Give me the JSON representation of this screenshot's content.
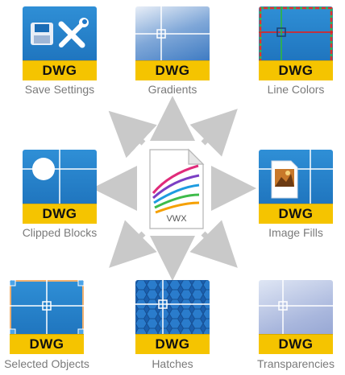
{
  "center": {
    "label": "VWX"
  },
  "tiles": [
    {
      "badge": "DWG",
      "caption": "Save Settings"
    },
    {
      "badge": "DWG",
      "caption": "Gradients"
    },
    {
      "badge": "DWG",
      "caption": "Line Colors"
    },
    {
      "badge": "DWG",
      "caption": "Clipped Blocks"
    },
    {
      "badge": "DWG",
      "caption": "Image Fills"
    },
    {
      "badge": "DWG",
      "caption": "Selected Objects"
    },
    {
      "badge": "DWG",
      "caption": "Hatches"
    },
    {
      "badge": "DWG",
      "caption": "Transparencies"
    }
  ],
  "colors": {
    "dwg_band": "#f5c400",
    "tile_blue": "#1f78c8",
    "arrow": "#c9c9c9"
  }
}
